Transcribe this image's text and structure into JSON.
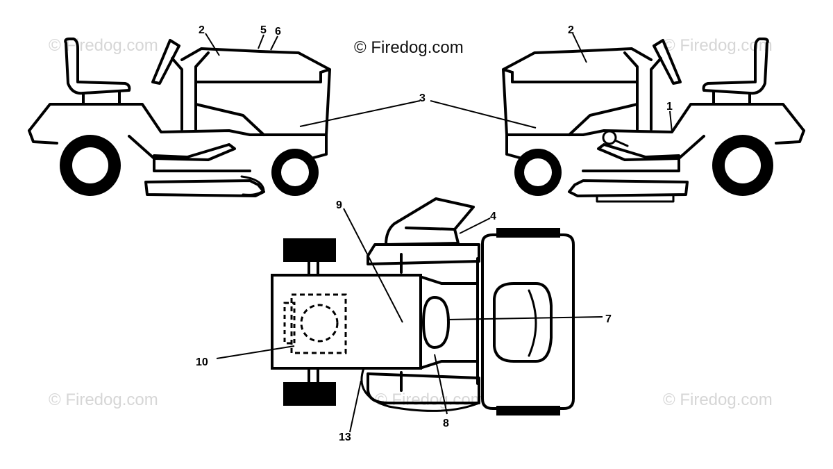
{
  "watermark": {
    "text": "© Firedog.com",
    "copyright": "© Firedog.com"
  },
  "callouts": {
    "c1": "1",
    "c2_left": "2",
    "c2_right": "2",
    "c3": "3",
    "c4": "4",
    "c5": "5",
    "c6": "6",
    "c7": "7",
    "c8": "8",
    "c9": "9",
    "c10": "10",
    "c13": "13"
  }
}
